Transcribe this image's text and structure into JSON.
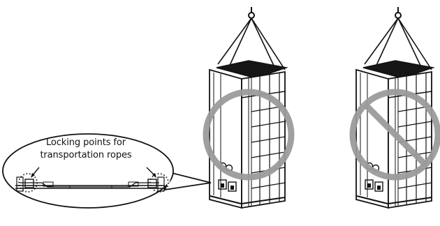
{
  "callout": {
    "line1": "Locking points for",
    "line2": "transportation ropes"
  },
  "indicators": {
    "correct": "circle",
    "incorrect": "prohibition-circle",
    "symbol_color": "#9b9b9b"
  }
}
